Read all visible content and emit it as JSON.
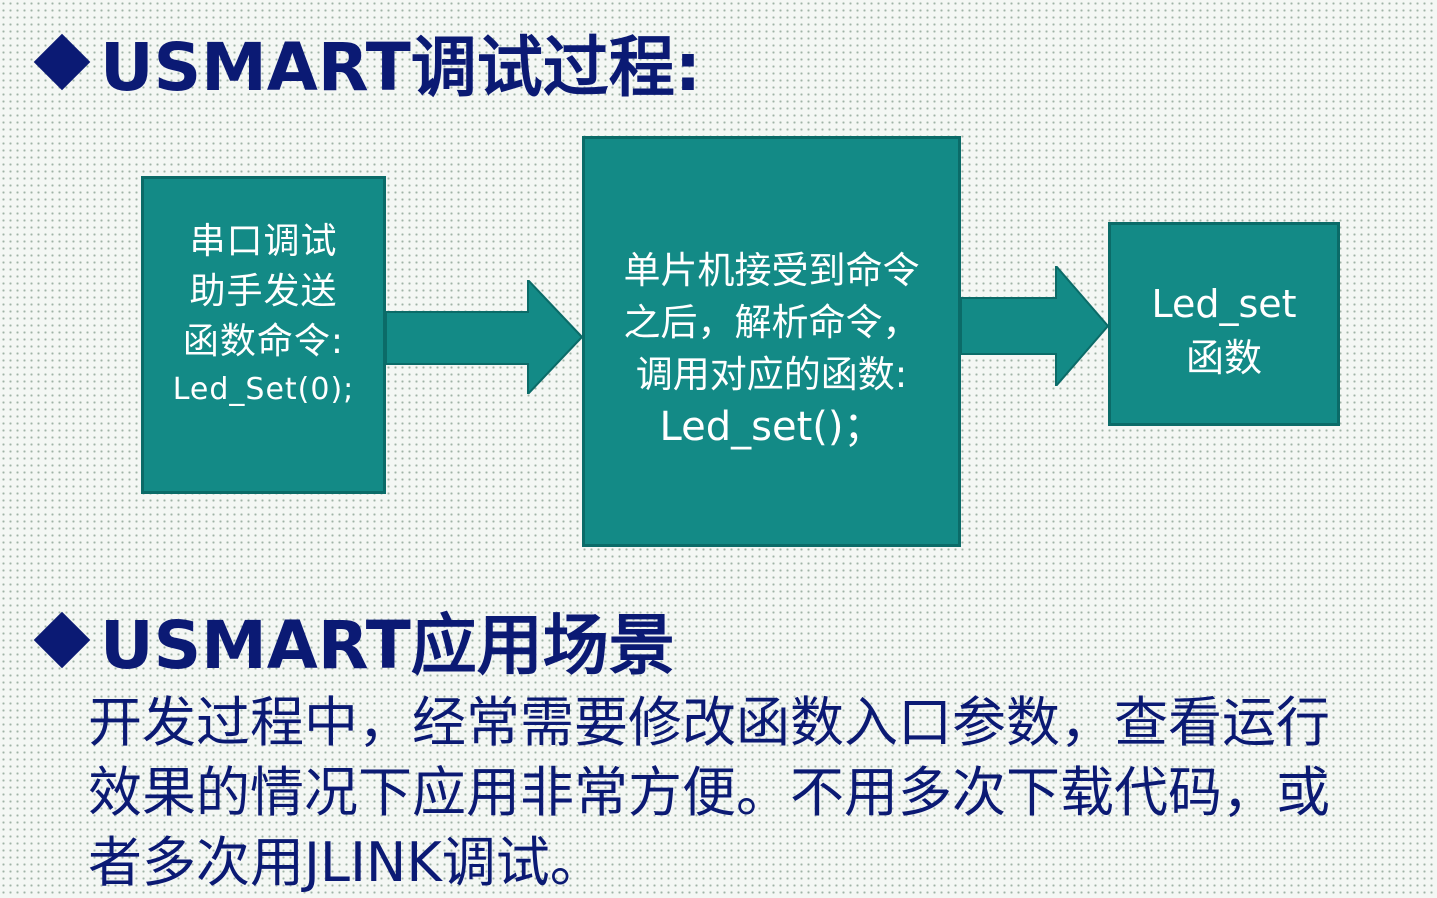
{
  "section1": {
    "title": "USMART调试过程:"
  },
  "flow": {
    "box1": {
      "lines": [
        "串口调试",
        "助手发送",
        "函数命令:"
      ],
      "code": "Led_Set(0);"
    },
    "box2": {
      "lines": [
        "单片机接受到命令",
        "之后，解析命令，",
        "调用对应的函数:"
      ],
      "code": "Led_set()；"
    },
    "box3": {
      "lines": [
        "Led_set",
        "函数"
      ]
    }
  },
  "section2": {
    "title": "USMART应用场景",
    "paragraph_lines": [
      "开发过程中，经常需要修改函数入口参数，查看运行",
      "效果的情况下应用非常方便。不用多次下载代码，或",
      "者多次用JLINK调试。"
    ]
  },
  "colors": {
    "heading": "#0b1a74",
    "box_fill": "#138a86",
    "box_border": "#0b6b68",
    "box_text": "#ffffff",
    "arrow_fill": "#138a86"
  },
  "icons": {
    "bullet": "diamond-bullet-icon",
    "flow_arrow": "right-arrow-icon"
  }
}
